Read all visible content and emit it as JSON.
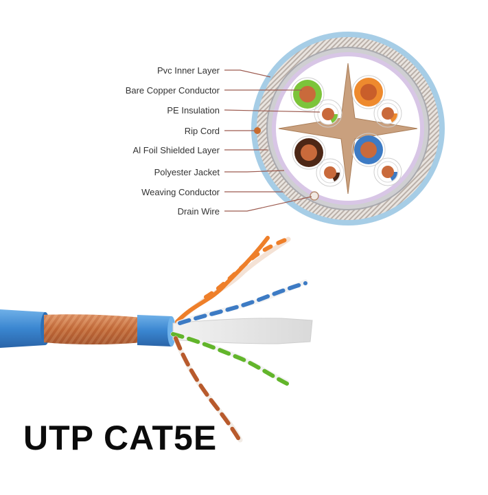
{
  "diagram": {
    "labels": [
      "Pvc Inner Layer",
      "Bare Copper Conductor",
      "PE Insulation",
      "Rip Cord",
      "Al Foil Shielded Layer",
      "Polyester Jacket",
      "Weaving Conductor",
      "Drain Wire"
    ]
  },
  "product": {
    "title": "UTP CAT5E"
  },
  "colors": {
    "jacket_blue": "#7fb6dd",
    "foil_silver": "#c9c9cc",
    "polyester_purple": "#cdb9dd",
    "copper": "#c96a3b",
    "pair_green": "#6ab42c",
    "pair_orange": "#e87a2a",
    "pair_brown": "#5a2e1a",
    "pair_blue": "#3d7bc4",
    "separator": "#c79a73"
  }
}
